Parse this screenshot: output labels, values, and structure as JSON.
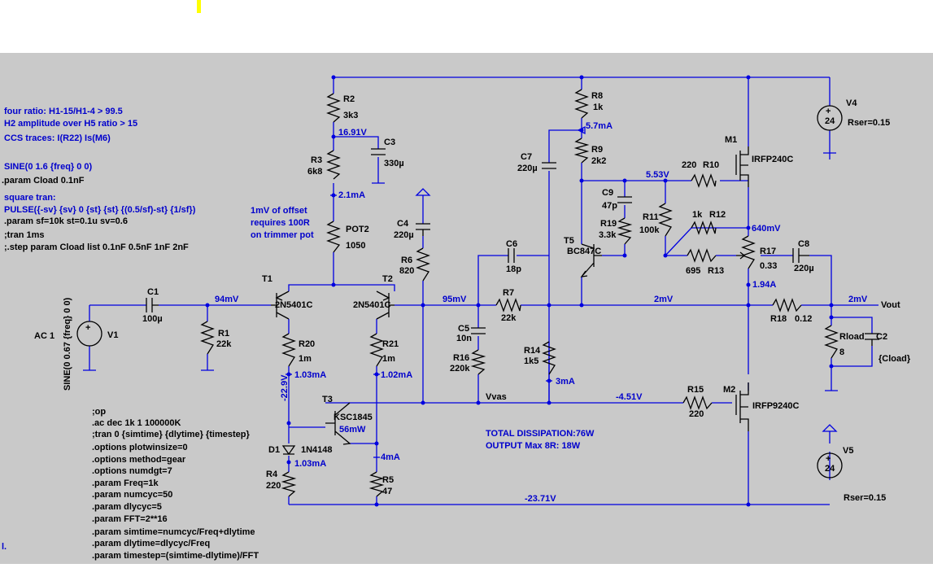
{
  "directives_left": [
    "four ratio: H1-15/H1-4 > 99.5",
    "H2 amplitude over H5  ratio > 15",
    "CCS traces: I(R22)  Is(M6)",
    "SINE(0 1.6 {freq} 0 0)",
    ".param Cload 0.1nF",
    "square tran:",
    "PULSE({-sv} {sv} 0 {st} {st} {(0.5/sf)-st} {1/sf})",
    ".param sf=10k st=0.1u sv=0.6",
    ";tran 1ms",
    ";.step param Cload list 0.1nF 0.5nF 1nF 2nF"
  ],
  "offset_note": [
    "1mV of offset",
    "requires 100R",
    "on trimmer pot"
  ],
  "directives_bottom": [
    ";op",
    ".ac dec 1k 1 100000K",
    ";tran 0 {simtime} {dlytime} {timestep}",
    ".options plotwinsize=0",
    ".options method=gear",
    ".options numdgt=7",
    ".param Freq=1k",
    ".param numcyc=50",
    ".param dlycyc=5",
    ".param FFT=2**16",
    ".param simtime=numcyc/Freq+dlytime",
    ".param dlytime=dlycyc/Freq",
    ".param timestep=(simtime-dlytime)/FFT"
  ],
  "summary": [
    "TOTAL DISSIPATION:76W",
    "OUTPUT Max 8R:  18W"
  ],
  "edge_mark": "l.",
  "components": {
    "R2": [
      "R2",
      "3k3"
    ],
    "R3": [
      "R3",
      "6k8"
    ],
    "C3": [
      "C3",
      "330µ"
    ],
    "POT2": [
      "POT2",
      "1050"
    ],
    "C4": [
      "C4",
      "220µ"
    ],
    "R6": [
      "R6",
      "820"
    ],
    "C1": [
      "C1",
      "100µ"
    ],
    "R1": [
      "R1",
      "22k"
    ],
    "V1": [
      "V1",
      "AC 1"
    ],
    "V1src": "SINE(0 0.67 {freq} 0 0)",
    "T1": [
      "T1",
      "2N5401C"
    ],
    "T2": [
      "T2",
      "2N5401C"
    ],
    "R20": [
      "R20",
      "1m"
    ],
    "R21": [
      "R21",
      "1m"
    ],
    "T3": [
      "T3",
      "KSC1845"
    ],
    "D1": [
      "D1",
      "1N4148"
    ],
    "R4": [
      "R4",
      "220"
    ],
    "R5": [
      "R5",
      "47"
    ],
    "C6": [
      "C6",
      "18p"
    ],
    "R7": [
      "R7",
      "22k"
    ],
    "C5": [
      "C5",
      "10n"
    ],
    "R16": [
      "R16",
      "220k"
    ],
    "C7": [
      "C7",
      "220µ"
    ],
    "R8": [
      "R8",
      "1k"
    ],
    "R9": [
      "R9",
      "2k2"
    ],
    "R14": [
      "R14",
      "1k5"
    ],
    "T5": [
      "T5",
      "BC847C"
    ],
    "C9": [
      "C9",
      "47p"
    ],
    "R19": [
      "R19",
      "3.3k"
    ],
    "R11": [
      "R11",
      "100k"
    ],
    "R10": [
      "220",
      "R10"
    ],
    "R12": [
      "1k",
      "R12"
    ],
    "R13": [
      "695",
      "R13"
    ],
    "R15": [
      "R15",
      "220"
    ],
    "M1": [
      "M1",
      "IRFP240C"
    ],
    "M2": [
      "M2",
      "IRFP9240C"
    ],
    "R17": [
      "R17",
      "0.33"
    ],
    "C8": [
      "C8",
      "220µ"
    ],
    "R18": [
      "R18",
      "0.12"
    ],
    "Rload": [
      "Rload",
      "8"
    ],
    "C2": [
      "C2",
      "{Cload}"
    ],
    "V4": [
      "V4",
      "24",
      "Rser=0.15"
    ],
    "V5": [
      "V5",
      "24",
      "Rser=0.15"
    ]
  },
  "nets": {
    "n1691": "16.91V",
    "i21": "2.1mA",
    "n94": "94mV",
    "n95": "95mV",
    "i57": "5.7mA",
    "n553": "5.53V",
    "n640": "640mV",
    "i194": "1.94A",
    "n2a": "2mV",
    "n2b": "2mV",
    "vout": "Vout",
    "i103a": "1.03mA",
    "i102": "1.02mA",
    "n229": "-22.9V",
    "p56": "56mW",
    "i4": "4mA",
    "i103b": "1.03mA",
    "vvas": "Vvas",
    "i3": "3mA",
    "n451": "-4.51V",
    "n2371": "-23.71V"
  },
  "colors": {
    "wire": "#0000e0",
    "background": "#c9c9c9",
    "component": "#000000",
    "marker": "#ffff00"
  }
}
